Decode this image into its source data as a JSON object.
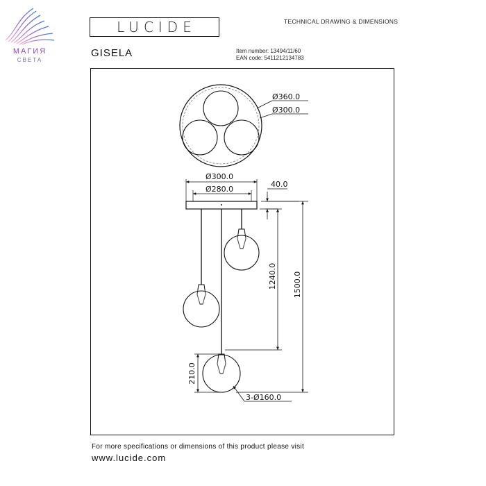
{
  "watermark": {
    "brand_line1": "МАГИЯ",
    "brand_line2": "СВЕТА",
    "colors": [
      "#e8a3c8",
      "#b06ab0",
      "#5f8fd8",
      "#2f6fcc"
    ]
  },
  "header": {
    "brand": "LUCIDE",
    "document_type": "TECHNICAL DRAWING & DIMENSIONS",
    "product_name": "GISELA",
    "item_number": "Item number: 13494/11/60",
    "ean_code": "EAN code: 5411212134783"
  },
  "drawing": {
    "top_view": {
      "outer_diameter": "Ø360.0",
      "inner_diameter": "Ø300.0"
    },
    "side_view": {
      "canopy_diameter": "Ø300.0",
      "canopy_inner_diameter": "Ø280.0",
      "canopy_height": "40.0",
      "cable_length": "1240.0",
      "total_height": "1500.0",
      "globe_height": "210.0",
      "globe_diameter": "3-Ø160.0"
    }
  },
  "footer": {
    "note": "For more specifications or dimensions of this product please visit",
    "url": "www.lucide.com"
  }
}
